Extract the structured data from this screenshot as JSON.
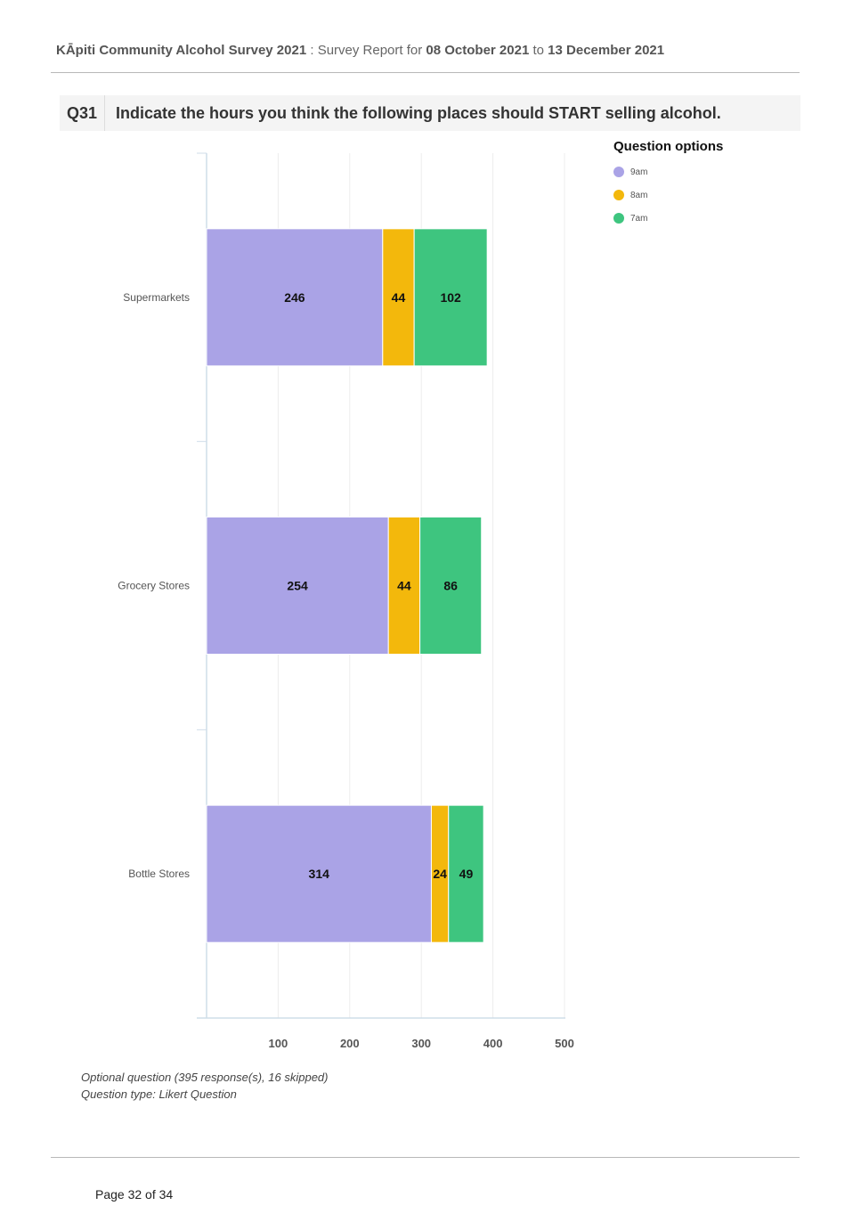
{
  "header": {
    "survey_title": "KĀpiti Community Alcohol Survey 2021",
    "sep": " : ",
    "report_label": "Survey Report for ",
    "date_from": "08 October 2021",
    "to_label": " to ",
    "date_to": "13 December 2021"
  },
  "question": {
    "number": "Q31",
    "text": "Indicate the hours you think the following places should START selling alcohol."
  },
  "legend": {
    "title": "Question options",
    "items": [
      {
        "label": "9am",
        "color": "#aaa3e6"
      },
      {
        "label": "8am",
        "color": "#f3b80c"
      },
      {
        "label": "7am",
        "color": "#3ec57f"
      }
    ]
  },
  "chart_data": {
    "type": "bar",
    "orientation": "horizontal",
    "stacked": true,
    "categories": [
      "Supermarkets",
      "Grocery Stores",
      "Bottle Stores"
    ],
    "series": [
      {
        "name": "9am",
        "color": "#aaa3e6",
        "values": [
          246,
          254,
          314
        ]
      },
      {
        "name": "8am",
        "color": "#f3b80c",
        "values": [
          44,
          44,
          24
        ]
      },
      {
        "name": "7am",
        "color": "#3ec57f",
        "values": [
          102,
          86,
          49
        ]
      }
    ],
    "xlim": [
      0,
      500
    ],
    "xticks": [
      100,
      200,
      300,
      400,
      500
    ],
    "grid": true,
    "legend_position": "right"
  },
  "footer": {
    "note_line1": "Optional question (395 response(s), 16 skipped)",
    "note_line2": "Question type: Likert Question",
    "page": "Page 32 of 34"
  }
}
